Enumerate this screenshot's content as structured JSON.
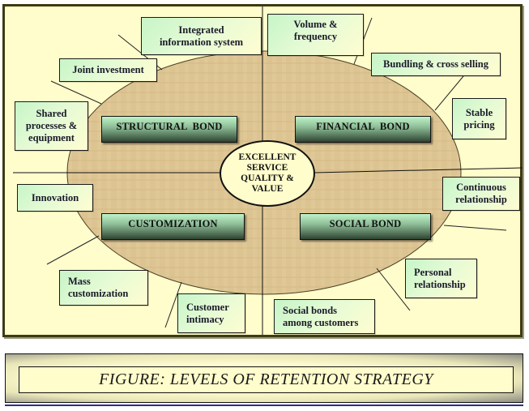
{
  "diagram": {
    "center": "EXCELLENT SERVICE QUALITY & VALUE",
    "quadrants": [
      {
        "name": "STRUCTURAL  BOND",
        "items": [
          "Integrated information system",
          "Joint investment",
          "Shared processes & equipment"
        ]
      },
      {
        "name": "FINANCIAL  BOND",
        "items": [
          "Volume & frequency",
          "Bundling & cross selling",
          "Stable pricing"
        ]
      },
      {
        "name": "CUSTOMIZATION",
        "items": [
          "Innovation",
          "Mass customization",
          "Customer intimacy"
        ]
      },
      {
        "name": "SOCIAL BOND",
        "items": [
          "Continuous relationship",
          "Personal relationship",
          "Social bonds among customers"
        ]
      }
    ]
  },
  "labels": {
    "integrated": [
      "Integrated",
      "information system"
    ],
    "joint": "Joint investment",
    "shared": [
      "Shared",
      "processes &",
      "equipment"
    ],
    "volume": [
      "Volume &",
      "frequency"
    ],
    "bundling": "Bundling & cross selling",
    "stable": [
      "Stable",
      "pricing"
    ],
    "innovation": "Innovation",
    "mass": [
      "Mass",
      "customization"
    ],
    "intimacy": [
      "Customer",
      "intimacy"
    ],
    "continuous": [
      "Continuous",
      "relationship"
    ],
    "personal": [
      "Personal",
      "relationship"
    ],
    "socialbonds": [
      "Social bonds",
      "among customers"
    ]
  },
  "center_lines": [
    "EXCELLENT",
    "SERVICE",
    "QUALITY &",
    "VALUE"
  ],
  "caption": "FIGURE: LEVELS OF RETENTION STRATEGY",
  "colors": {
    "background": "#fffdcc",
    "ellipse": "#d9bf8a",
    "bond_box_top": "#bff3c9",
    "bond_box_bottom": "#2e4331",
    "caption_rule": "#2b2f8a"
  }
}
